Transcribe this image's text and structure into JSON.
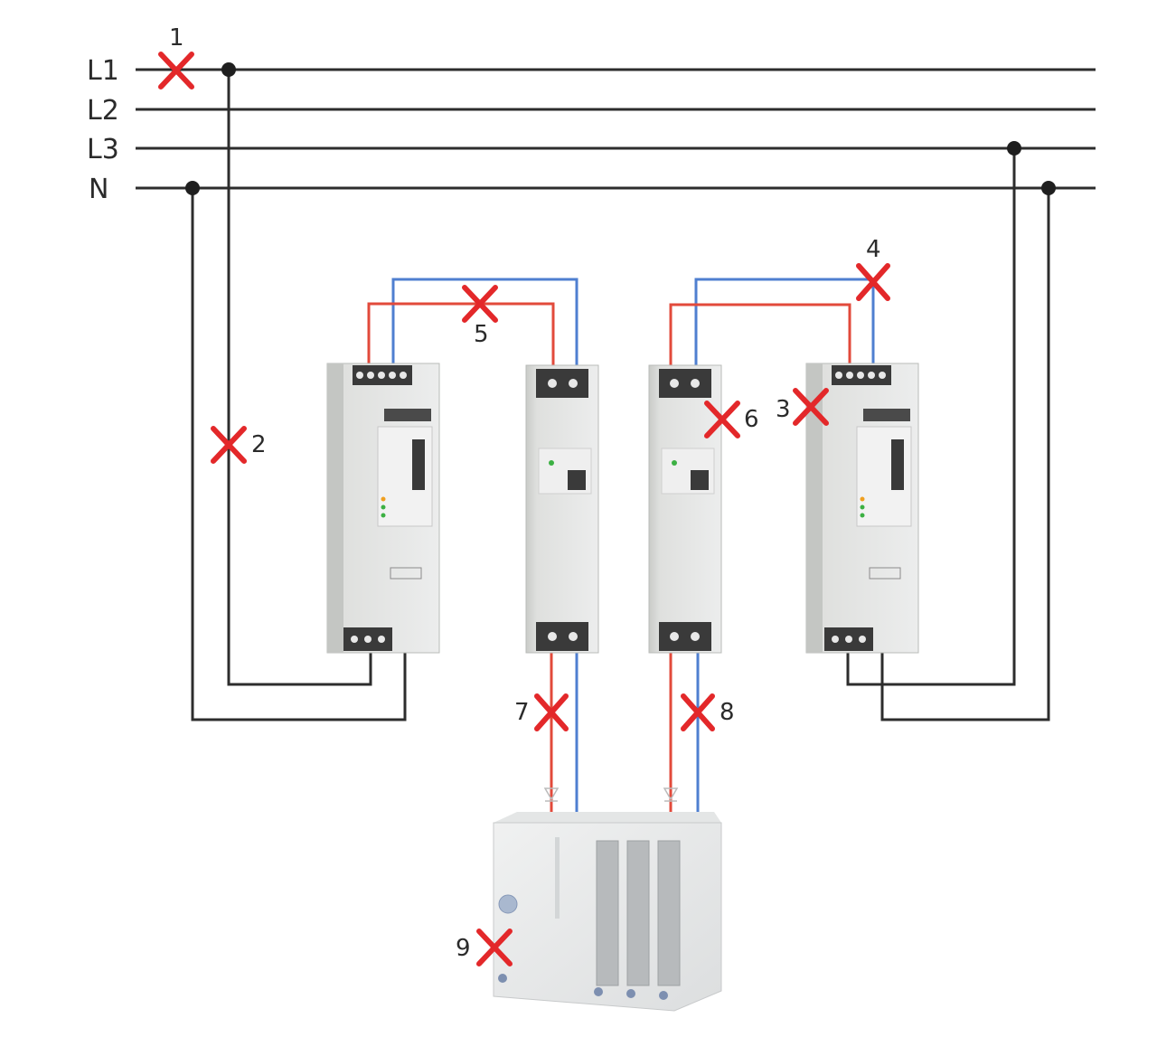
{
  "lines": [
    {
      "id": "L1",
      "label": "L1"
    },
    {
      "id": "L2",
      "label": "L2"
    },
    {
      "id": "L3",
      "label": "L3"
    },
    {
      "id": "N",
      "label": "N"
    }
  ],
  "fault_points": [
    "1",
    "2",
    "3",
    "4",
    "5",
    "6",
    "7",
    "8",
    "9"
  ],
  "colors": {
    "phase_line": "#2d2d2d",
    "positive_wire": "#e24a3b",
    "negative_wire": "#4f7fd0",
    "fault_marker": "#e3282a",
    "device_body": "#e6e7e5"
  },
  "components": {
    "power_supply_left": "power supply unit",
    "redundancy_module_left": "redundancy module",
    "redundancy_module_right": "redundancy module",
    "power_supply_right": "power supply unit",
    "controller": "PLC / load"
  }
}
